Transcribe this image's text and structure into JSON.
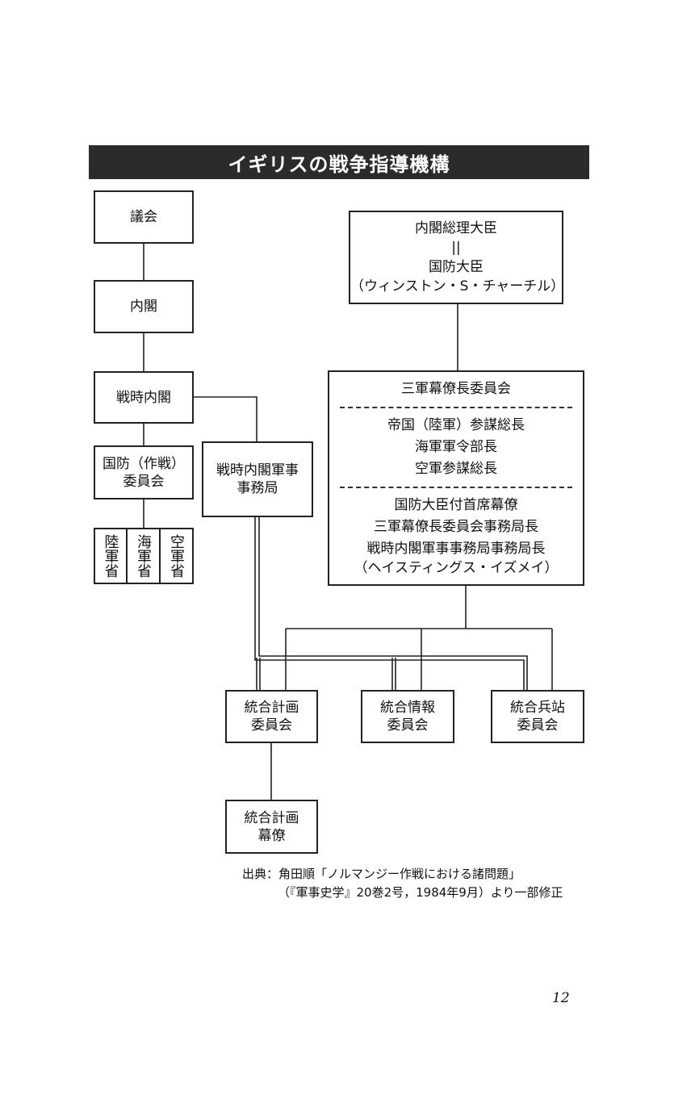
{
  "title": "イギリスの戦争指導機構",
  "nodes": {
    "parliament": "議会",
    "cabinet": "内閣",
    "war_cabinet": "戦時内閣",
    "defence_committee": [
      "国防（作戦）",
      "委員会"
    ],
    "ministries": [
      "陸軍省",
      "海軍省",
      "空軍省"
    ],
    "war_cabinet_secretariat": [
      "戦時内閣軍事",
      "事務局"
    ],
    "prime_minister": [
      "内閣総理大臣",
      "||",
      "国防大臣",
      "（ウィンストン・S・チャーチル）"
    ],
    "chiefs_of_staff": {
      "header": "三軍幕僚長委員会",
      "members": [
        "帝国（陸軍）参謀総長",
        "海軍軍令部長",
        "空軍参謀総長"
      ],
      "secretariat": [
        "国防大臣付首席幕僚",
        "三軍幕僚長委員会事務局長",
        "戦時内閣軍事事務局事務局長",
        "（ヘイスティングス・イズメイ）"
      ]
    },
    "joint_planning": [
      "統合計画",
      "委員会"
    ],
    "joint_intelligence": [
      "統合情報",
      "委員会"
    ],
    "joint_logistics": [
      "統合兵站",
      "委員会"
    ],
    "joint_planning_staff": [
      "統合計画",
      "幕僚"
    ]
  },
  "source": {
    "line1": "出典：角田順「ノルマンジー作戦における諸問題」",
    "line2": "（『軍事史学』20巻2号，1984年9月）より一部修正"
  },
  "page_number": "12"
}
